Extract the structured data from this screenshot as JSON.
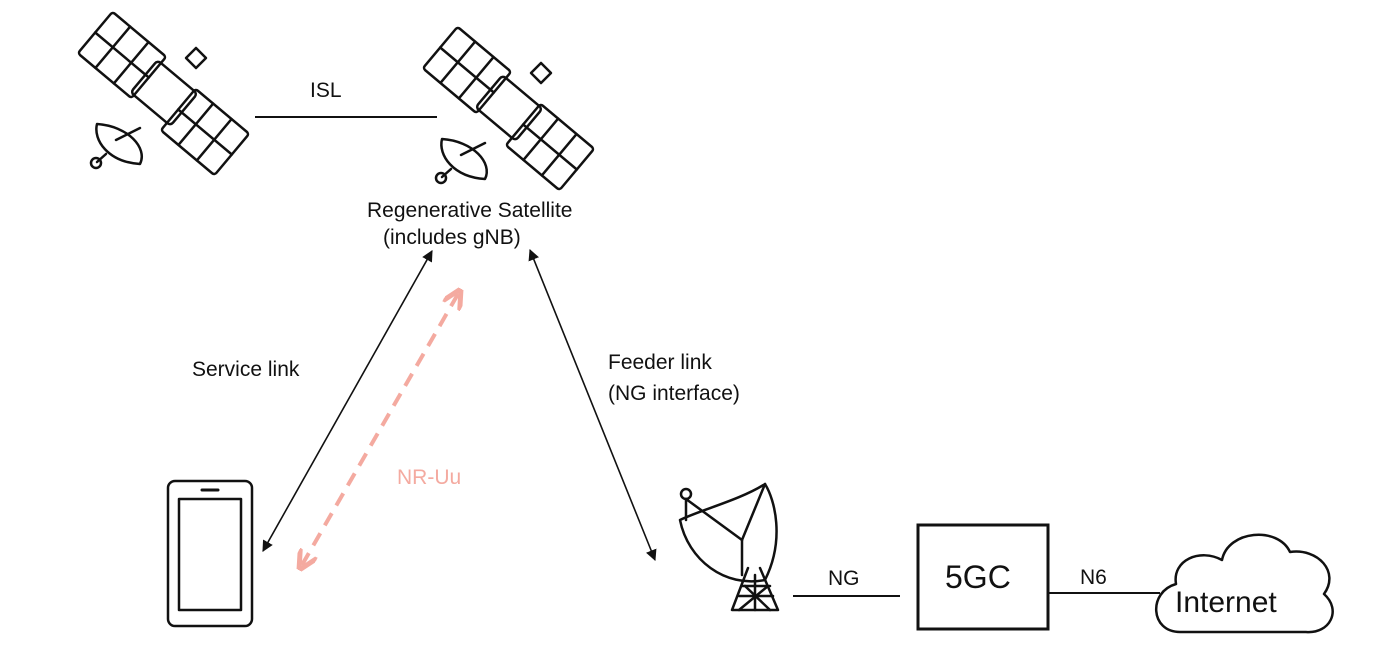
{
  "labels": {
    "isl": "ISL",
    "satellite_line1": "Regenerative Satellite",
    "satellite_line2": "(includes gNB)",
    "service_link": "Service link",
    "feeder_link_line1": "Feeder link",
    "feeder_link_line2": "(NG interface)",
    "nr_uu": "NR-Uu",
    "ng": "NG",
    "n6": "N6",
    "core": "5GC",
    "internet": "Internet"
  },
  "icons": {
    "satellite_left": "satellite-icon",
    "satellite_right": "satellite-icon",
    "phone": "smartphone-icon",
    "ground_station": "satellite-dish-icon",
    "cloud": "cloud-icon"
  },
  "colors": {
    "line": "#111111",
    "nr_uu": "#f4aaa0"
  }
}
